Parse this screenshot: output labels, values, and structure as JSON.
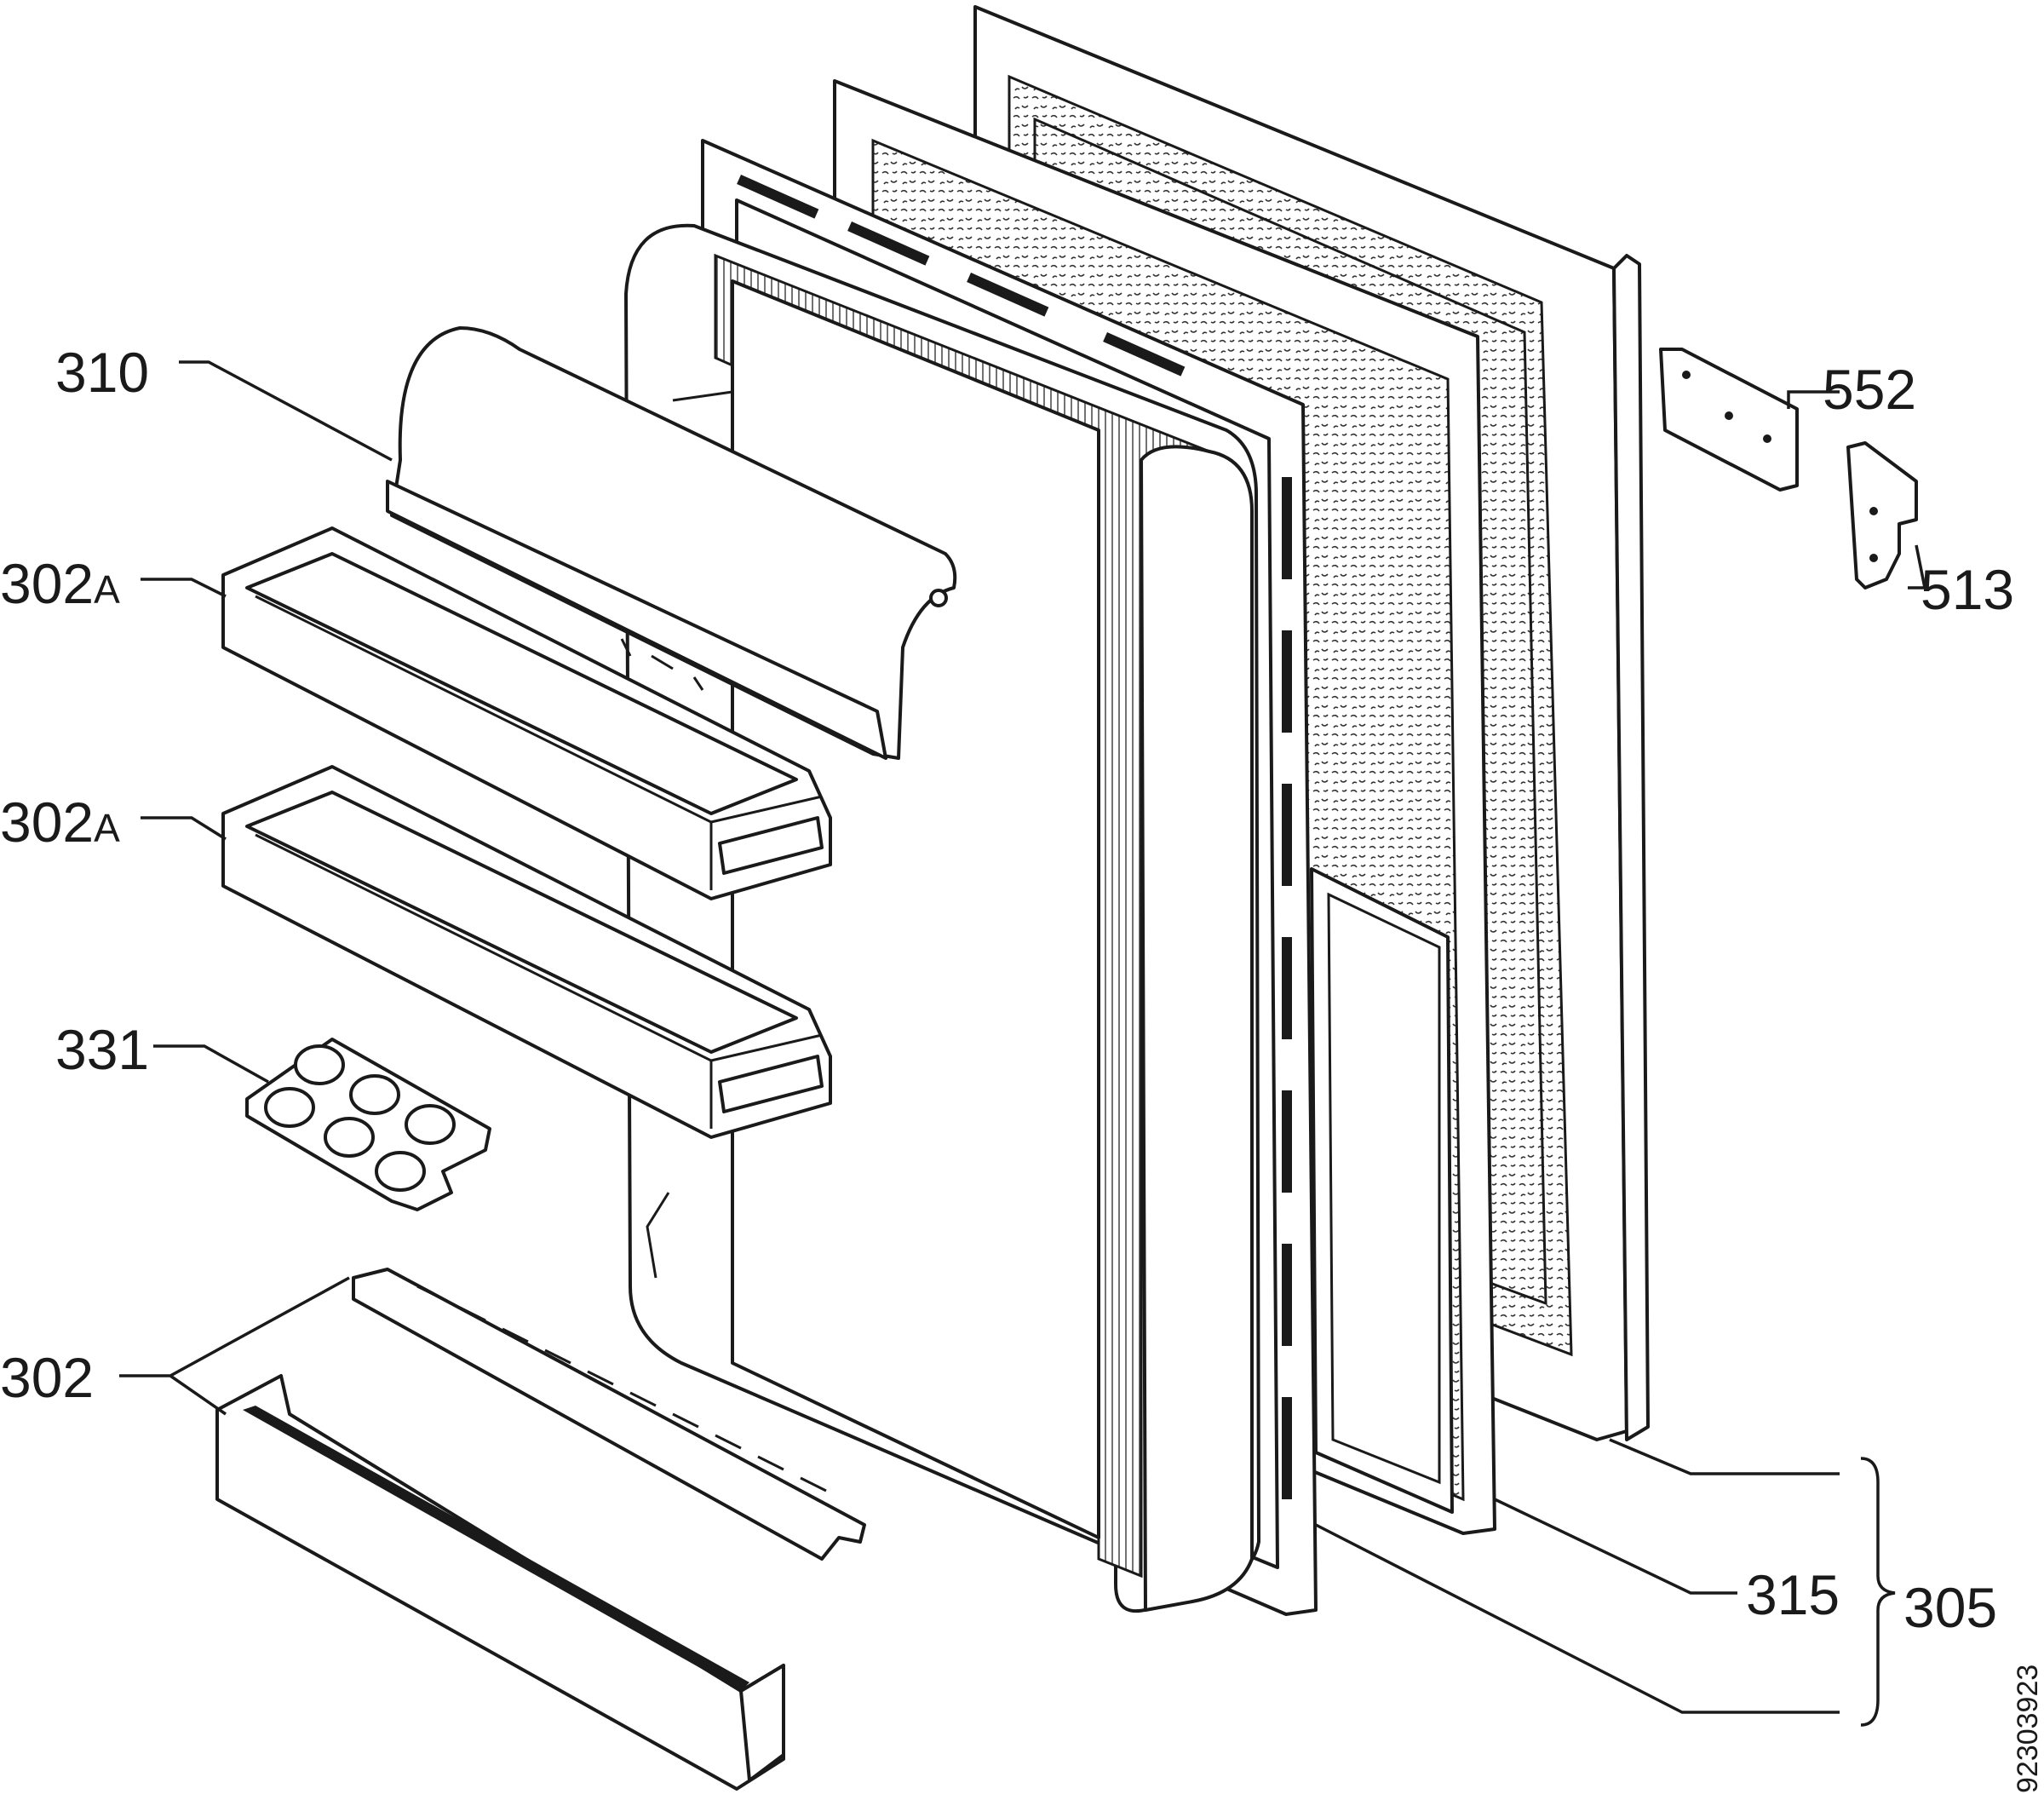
{
  "diagram": {
    "part_labels": {
      "p310": "310",
      "p302a_upper": "302",
      "p302a_upper_suffix": "A",
      "p302a_lower": "302",
      "p302a_lower_suffix": "A",
      "p331": "331",
      "p302": "302",
      "p552": "552",
      "p513": "513",
      "p315": "315",
      "p305": "305"
    },
    "drawing_code": "92303923"
  }
}
